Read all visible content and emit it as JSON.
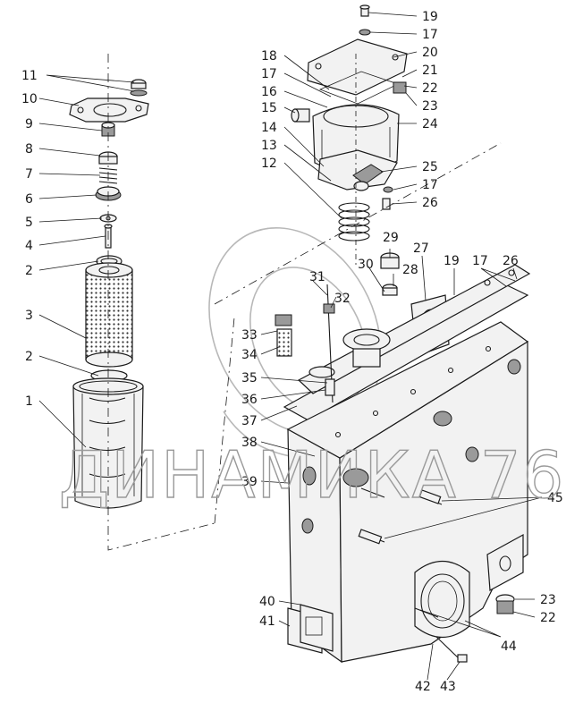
{
  "watermark": {
    "text": "ДИНАМИКА 76"
  },
  "corner_mark": "",
  "labels_left": [
    "11",
    "10",
    "9",
    "8",
    "7",
    "6",
    "5",
    "4",
    "2",
    "3",
    "2",
    "1"
  ],
  "labels_top_right": [
    "19",
    "17",
    "20",
    "21",
    "22",
    "23",
    "24",
    "25",
    "17",
    "26"
  ],
  "labels_top_middle": [
    "18",
    "17",
    "16",
    "15",
    "14",
    "13",
    "12"
  ],
  "labels_middle": [
    "29",
    "27",
    "30",
    "28",
    "19",
    "17",
    "26",
    "31",
    "32",
    "33",
    "34",
    "35",
    "36",
    "37",
    "38",
    "39"
  ],
  "labels_bottom": [
    "45",
    "40",
    "41",
    "23",
    "22",
    "44",
    "42",
    "43"
  ]
}
